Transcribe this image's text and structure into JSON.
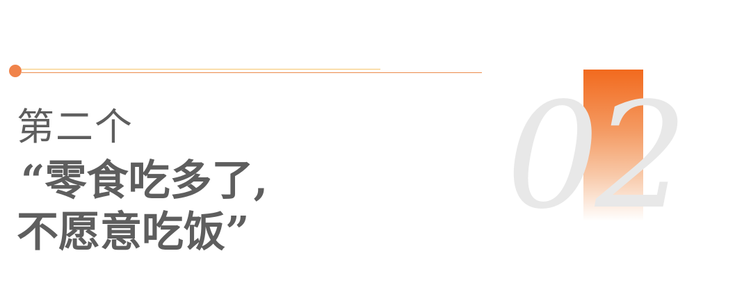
{
  "section": {
    "number": "02",
    "heading": {
      "line1": "第二个",
      "line2": "“零食吃多了,",
      "line3": "不愿意吃饭”"
    }
  },
  "colors": {
    "accent_dot": "#f0834a",
    "line_upper": "#f6c56b",
    "line_lower": "#ec8a4b",
    "heading_text": "#5e5e5e",
    "number_bar_top": "#f26a1e",
    "number_text": "#e8e8e8"
  }
}
